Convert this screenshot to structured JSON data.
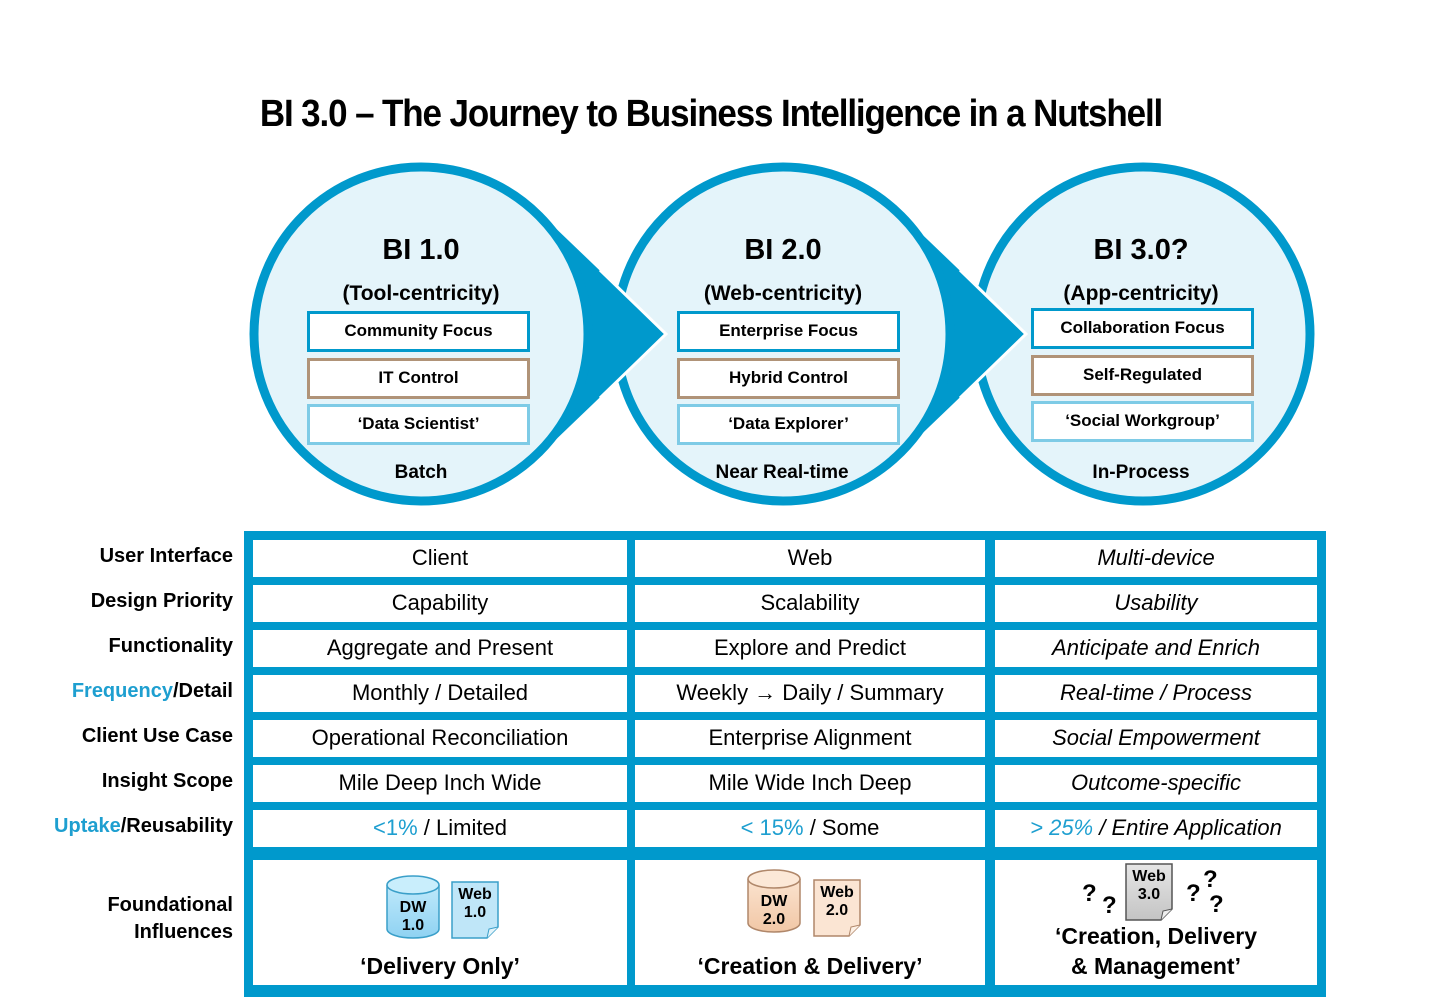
{
  "title": "BI 3.0 – The Journey to Business Intelligence in a Nutshell",
  "colors": {
    "primary_blue": "#0099cc",
    "circle_fill": "#e4f4fa",
    "control_border": "#b09378",
    "persona_border": "#7ecbe6",
    "accent_text": "#1e9fd0"
  },
  "stages": [
    {
      "title": "BI 1.0",
      "subtitle": "(Tool-centricity)",
      "focus": "Community Focus",
      "control": "IT Control",
      "persona": "‘Data Scientist’",
      "timing": "Batch"
    },
    {
      "title": "BI 2.0",
      "subtitle": "(Web-centricity)",
      "focus": "Enterprise Focus",
      "control": "Hybrid Control",
      "persona": "‘Data Explorer’",
      "timing": "Near Real-time"
    },
    {
      "title": "BI 3.0?",
      "subtitle": "(App-centricity)",
      "focus": "Collaboration Focus",
      "control": "Self-Regulated",
      "persona": "‘Social Workgroup’",
      "timing": "In-Process"
    }
  ],
  "table": {
    "rows": [
      {
        "label": "User Interface",
        "cells": [
          "Client",
          "Web",
          "Multi-device"
        ]
      },
      {
        "label": "Design Priority",
        "cells": [
          "Capability",
          "Scalability",
          "Usability"
        ]
      },
      {
        "label": "Functionality",
        "cells": [
          "Aggregate and Present",
          "Explore and Predict",
          "Anticipate and Enrich"
        ]
      },
      {
        "label_accent": "Frequency",
        "label_rest": "/Detail",
        "cells": [
          "Monthly / Detailed",
          "Weekly → Daily / Summary",
          "Real-time / Process"
        ]
      },
      {
        "label": "Client Use Case",
        "cells": [
          "Operational Reconciliation",
          "Enterprise Alignment",
          "Social Empowerment"
        ]
      },
      {
        "label": "Insight Scope",
        "cells": [
          "Mile Deep Inch Wide",
          "Mile Wide Inch Deep",
          "Outcome-specific"
        ]
      },
      {
        "label_accent": "Uptake",
        "label_rest": "/Reusability",
        "cells_split": [
          {
            "accent": "<1%",
            "rest": " / Limited"
          },
          {
            "accent": "< 15%",
            "rest": " / Some"
          },
          {
            "accent": "> 25%",
            "rest": " / Entire Application"
          }
        ]
      }
    ],
    "foundational": {
      "label_line1": "Foundational",
      "label_line2": "Influences",
      "columns": [
        {
          "dw": [
            "DW",
            "1.0"
          ],
          "web": [
            "Web",
            "1.0"
          ],
          "caption": "‘Delivery Only’"
        },
        {
          "dw": [
            "DW",
            "2.0"
          ],
          "web": [
            "Web",
            "2.0"
          ],
          "caption": "‘Creation & Delivery’"
        },
        {
          "web": [
            "Web",
            "3.0"
          ],
          "question": "?",
          "caption_line1": "‘Creation, Delivery",
          "caption_line2": "& Management’"
        }
      ]
    }
  }
}
